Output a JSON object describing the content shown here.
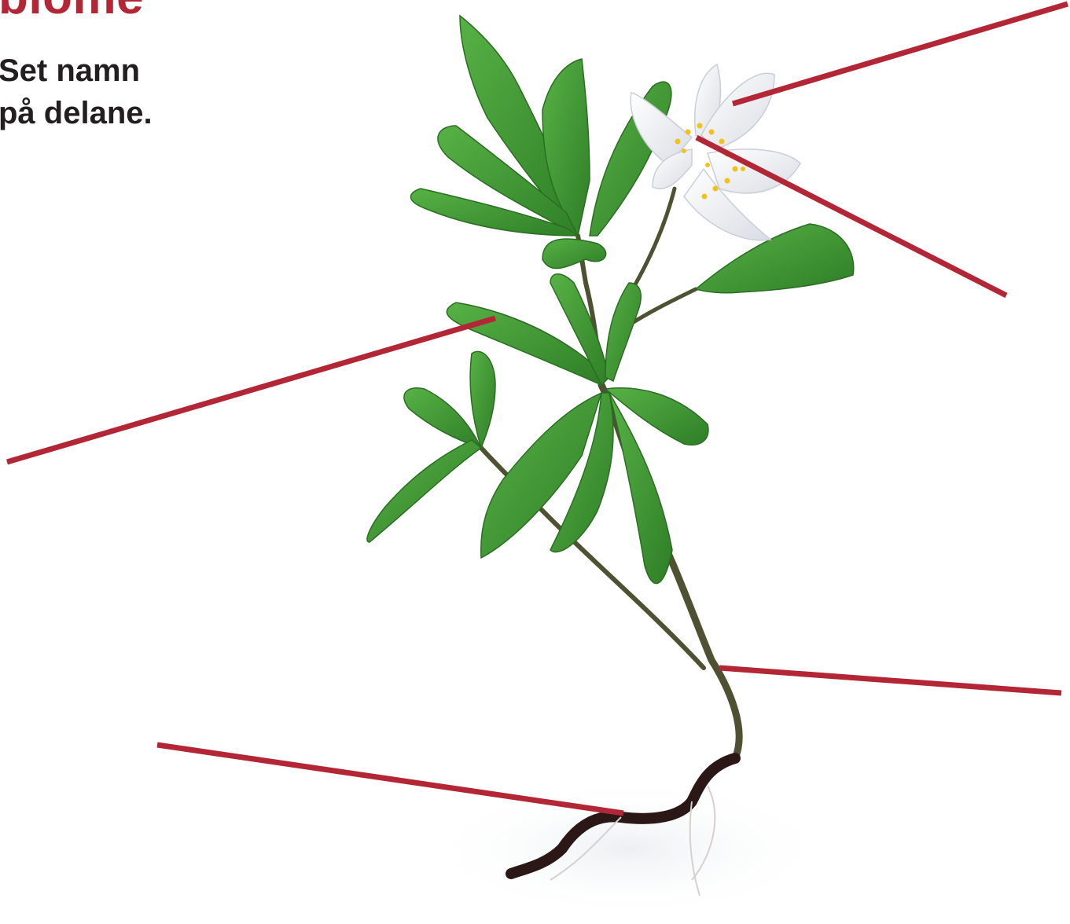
{
  "title": "blome",
  "instructions": {
    "line1": "Set namn",
    "line2": "på delane."
  },
  "colors": {
    "accent": "#b32636",
    "text": "#231f20",
    "leaf": "#3f9a34",
    "leaf_dark": "#2b7424",
    "stem": "#5a5a3a",
    "petal": "#f5f6f8",
    "stamen": "#f2c21b",
    "root": "#2a1716"
  },
  "labels": {
    "count": 5,
    "parts": [
      "flower-petal",
      "flower-centre",
      "leaf",
      "stem",
      "root"
    ]
  }
}
